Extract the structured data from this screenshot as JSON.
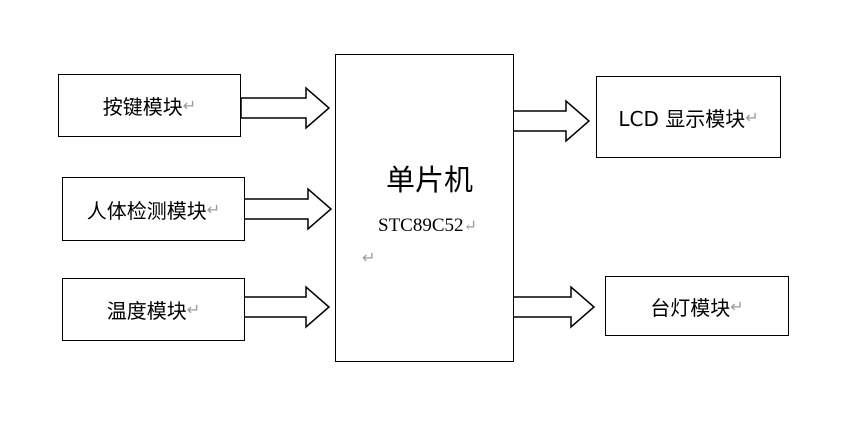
{
  "diagram": {
    "mcu": {
      "title": "单片机",
      "model": "STC89C52"
    },
    "inputs": [
      {
        "label": "按键模块"
      },
      {
        "label": "人体检测模块"
      },
      {
        "label": "温度模块"
      }
    ],
    "outputs": [
      {
        "label": "LCD 显示模块"
      },
      {
        "label": "台灯模块"
      }
    ],
    "return_mark": "↵"
  }
}
